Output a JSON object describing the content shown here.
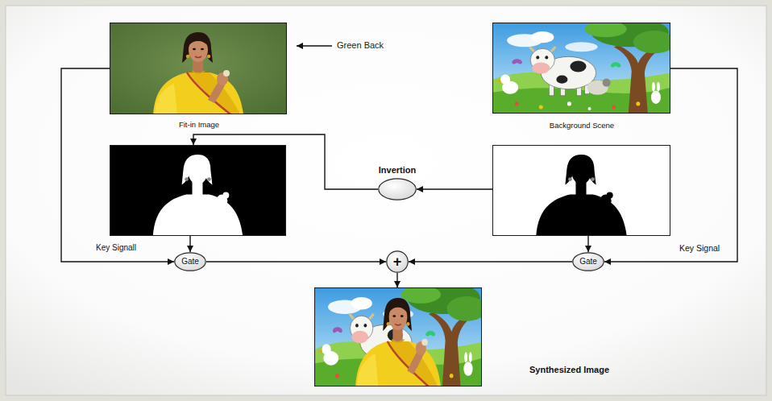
{
  "diagram": {
    "nodes": [
      {
        "text": [
          "Fit-in Image"
        ]
      },
      {
        "text": [
          "Background Scene"
        ]
      },
      {
        "text": [
          "Key Signall"
        ]
      },
      {
        "text": [
          "Invertion"
        ]
      },
      {
        "text": [
          "Key Signal"
        ]
      },
      {
        "text": [
          "Gate"
        ]
      },
      {
        "text": [
          "+"
        ]
      },
      {
        "text": [
          "Gate"
        ]
      },
      {
        "text": [
          "Synthesized Image"
        ]
      }
    ],
    "edges": [
      {
        "from": 0,
        "to": 5,
        "arrow": "to"
      },
      {
        "from": 1,
        "to": 7,
        "arrow": "to"
      },
      {
        "from": 4,
        "to": 3,
        "arrow": "to"
      },
      {
        "from": 3,
        "to": 2,
        "arrow": "to"
      },
      {
        "from": 2,
        "to": 5,
        "arrow": "to"
      },
      {
        "from": 4,
        "to": 7,
        "arrow": "to"
      },
      {
        "from": 5,
        "to": 6,
        "arrow": "to"
      },
      {
        "from": 7,
        "to": 6,
        "arrow": "to"
      },
      {
        "from": 6,
        "to": 8,
        "arrow": "to"
      }
    ],
    "labels": [
      "Green Back"
    ]
  }
}
